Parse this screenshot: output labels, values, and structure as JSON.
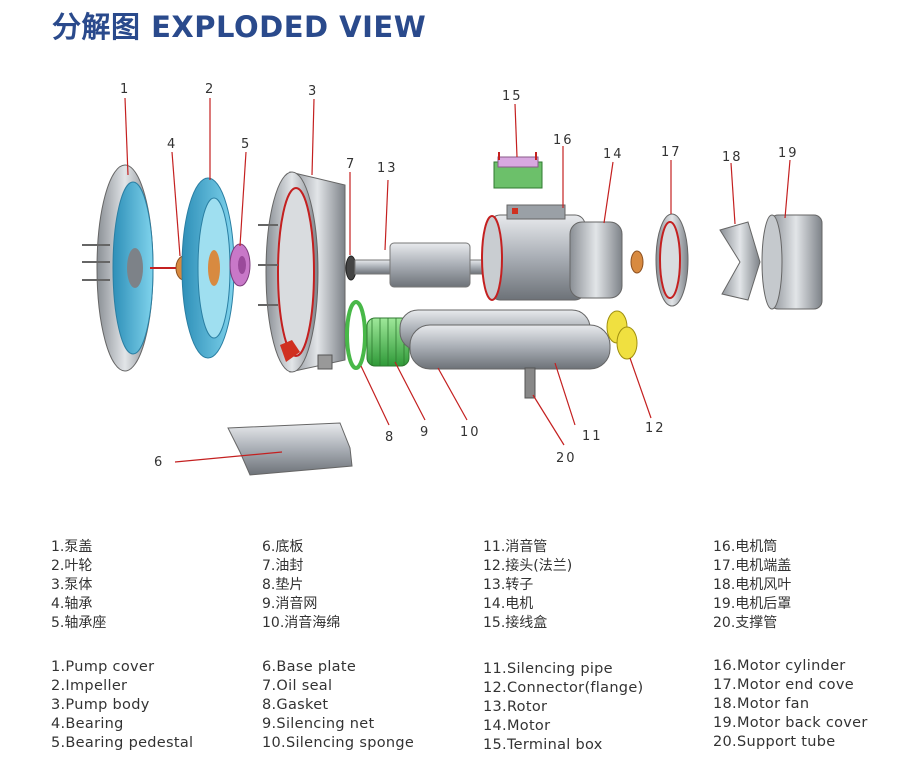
{
  "header": {
    "title": "分解图 EXPLODED VIEW"
  },
  "callouts": [
    "1",
    "2",
    "3",
    "4",
    "5",
    "6",
    "7",
    "8",
    "9",
    "10",
    "11",
    "12",
    "13",
    "14",
    "15",
    "16",
    "17",
    "18",
    "19",
    "20"
  ],
  "legend_cn": {
    "col1": [
      "1.泵盖",
      "2.叶轮",
      "3.泵体",
      "4.轴承",
      "5.轴承座"
    ],
    "col2": [
      "6.底板",
      "7.油封",
      "8.垫片",
      "9.消音网",
      "10.消音海绵"
    ],
    "col3": [
      "11.消音管",
      "12.接头(法兰)",
      "13.转子",
      "14.电机",
      "15.接线盒"
    ],
    "col4": [
      "16.电机筒",
      "17.电机端盖",
      "18.电机风叶",
      "19.电机后罩",
      "20.支撑管"
    ]
  },
  "legend_en": {
    "col1": [
      "1.Pump cover",
      "2.Impeller",
      "3.Pump body",
      "4.Bearing",
      "5.Bearing pedestal"
    ],
    "col2": [
      "6.Base plate",
      "7.Oil seal",
      "8.Gasket",
      "9.Silencing net",
      "10.Silencing sponge"
    ],
    "col3": [
      "11.Silencing pipe",
      "12.Connector(flange)",
      "13.Rotor",
      "14.Motor",
      "15.Terminal box"
    ],
    "col4": [
      "16.Motor cylinder",
      "17.Motor end cove",
      "18.Motor fan",
      "19.Motor back cover",
      "20.Support tube"
    ]
  },
  "colors": {
    "title": "#2a4a8c",
    "leader": "#c42020",
    "metal": "#b9bec4",
    "blue": "#4ab8d8",
    "copper": "#d88a40",
    "pink": "#c878c8",
    "green": "#48b848",
    "yellow": "#f0e040",
    "red": "#d03020"
  }
}
